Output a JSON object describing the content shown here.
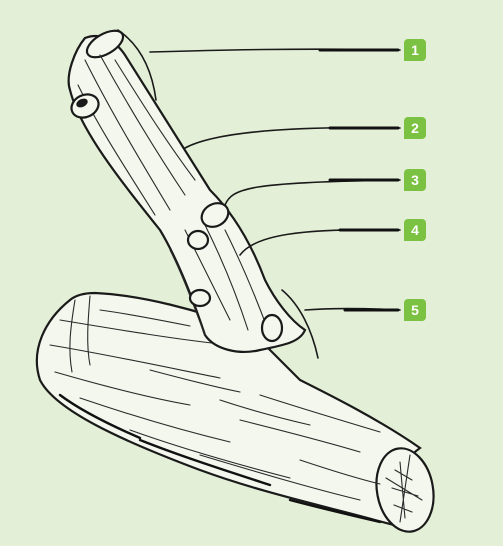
{
  "colors": {
    "background": "#e3f0d7",
    "badge": "#7cc242",
    "ink": "#1a1a1a"
  },
  "labels": [
    {
      "text": "1"
    },
    {
      "text": "2"
    },
    {
      "text": "3"
    },
    {
      "text": "4"
    },
    {
      "text": "5"
    }
  ]
}
